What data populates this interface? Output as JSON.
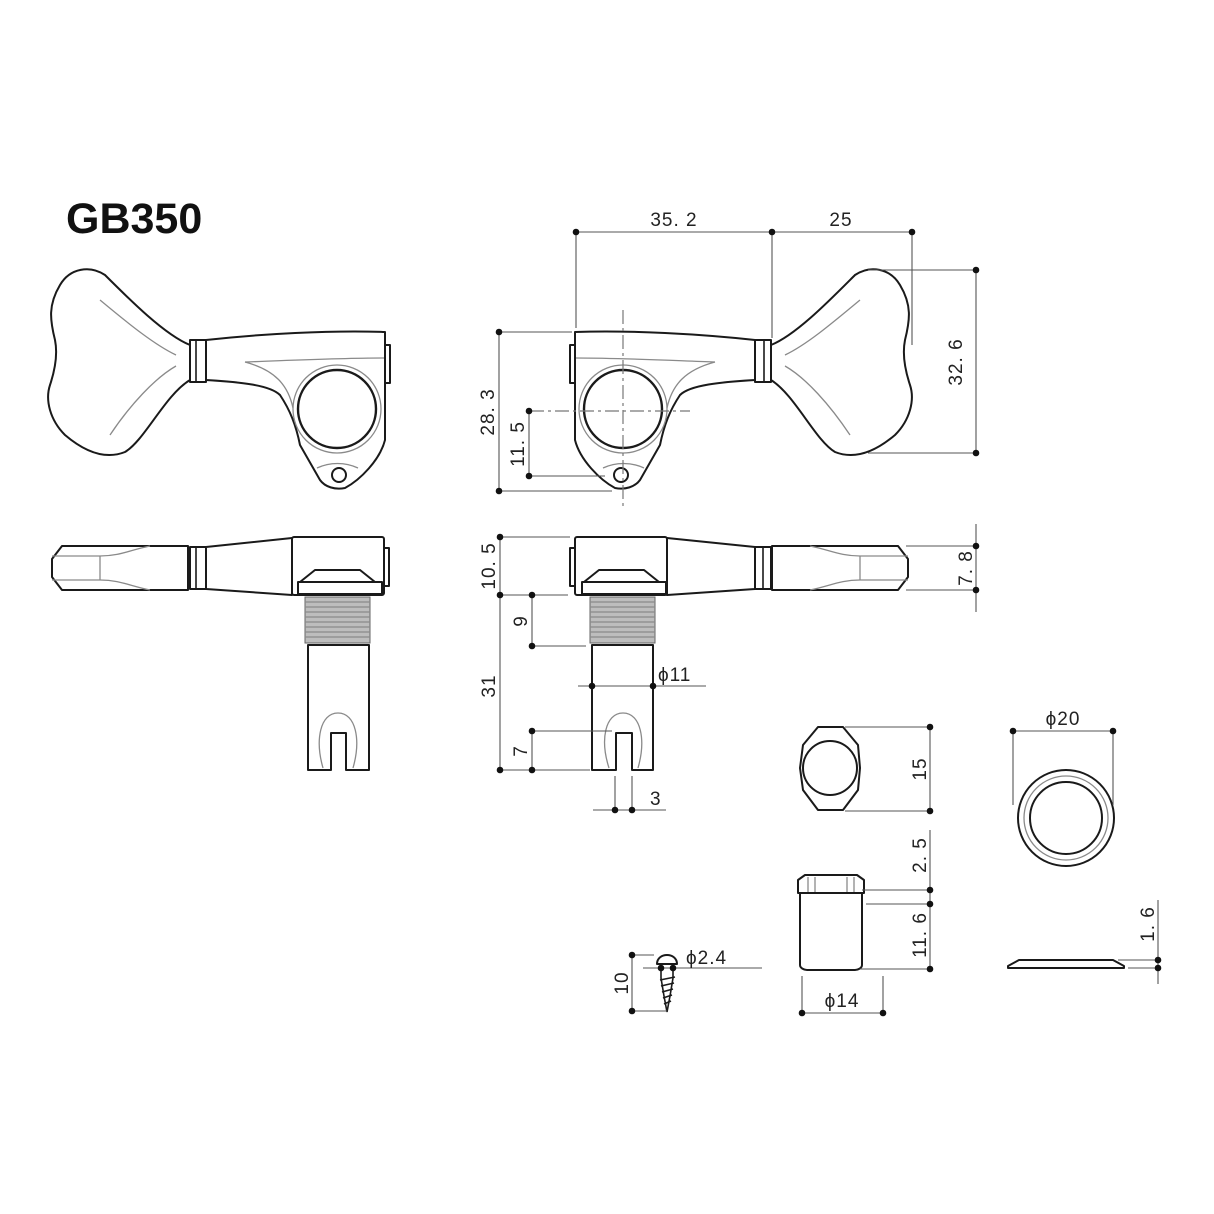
{
  "title": "GB350",
  "views": {
    "front_left": "front view (left-hand tuner)",
    "front_right": "front view with dimensions",
    "side_left": "side view (left-hand tuner)",
    "side_right": "side view with dimensions",
    "bushing_top": "bushing hex top view",
    "bushing_side": "bushing side view",
    "washer_top": "washer top view",
    "washer_side": "washer side view",
    "screw": "mounting screw"
  },
  "dimensions": {
    "housing_width": "35. 2",
    "button_length": "25",
    "button_height": "32. 6",
    "housing_height": "28. 3",
    "post_center_height": "11. 5",
    "housing_thickness": "10. 5",
    "button_thickness": "7. 8",
    "thread_length": "9",
    "post_length": "31",
    "post_diameter": "ϕ11",
    "slot_depth": "7",
    "slot_width": "3",
    "bushing_hex": "15",
    "bushing_flange": "2. 5",
    "bushing_height": "11. 6",
    "bushing_diameter": "ϕ14",
    "washer_diameter": "ϕ20",
    "washer_thickness": "1. 6",
    "screw_length": "10",
    "screw_diameter": "ϕ2.4"
  }
}
